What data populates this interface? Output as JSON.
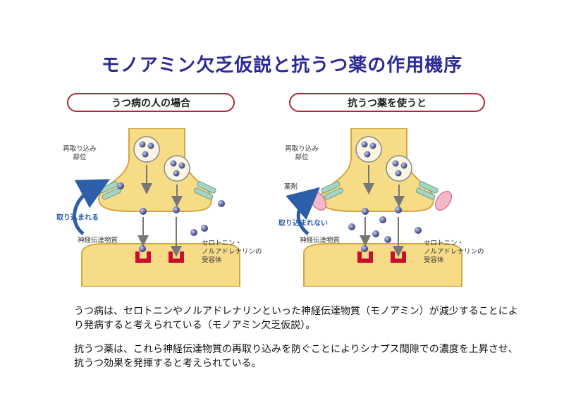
{
  "title": "モノアミン欠乏仮説と抗うつ薬の作用機序",
  "left_panel": {
    "heading": "うつ病の人の場合",
    "reuptake_site_line1": "再取り込み",
    "reuptake_site_line2": "部位",
    "reuptake_arrow_label": "取り込まれる",
    "neurotransmitter": "神経伝達物質",
    "receptor_line1": "セロトニン・",
    "receptor_line2": "ノルアドレナリンの",
    "receptor_line3": "受容体"
  },
  "right_panel": {
    "heading": "抗うつ薬を使うと",
    "reuptake_site_line1": "再取り込み",
    "reuptake_site_line2": "部位",
    "drug": "薬剤",
    "reuptake_arrow_label": "取り込まれない",
    "neurotransmitter": "神経伝達物質",
    "receptor_line1": "セロトニン・",
    "receptor_line2": "ノルアドレナリンの",
    "receptor_line3": "受容体"
  },
  "paragraphs": {
    "p1": "うつ病は、セロトニンやノルアドレナリンといった神経伝達物質（モノアミン）が減少することにより発病すると考えられている（モノアミン欠乏仮説）。",
    "p2": "抗うつ薬は、これら神経伝達物質の再取り込みを防ぐことによりシナプス間隙での濃度を上昇させ、抗うつ効果を発揮すると考えられている。"
  },
  "colors": {
    "title": "#2b2a93",
    "pill_border": "#b0283a",
    "neuron_fill": "#f7dc88",
    "neuron_stroke": "#d4a640",
    "receptor": "#c8102e",
    "transporter": "#a6d4c2",
    "drug": "#f3b9c9",
    "arrow_blue": "#2c5fa8",
    "molecule": "#5b6296"
  }
}
